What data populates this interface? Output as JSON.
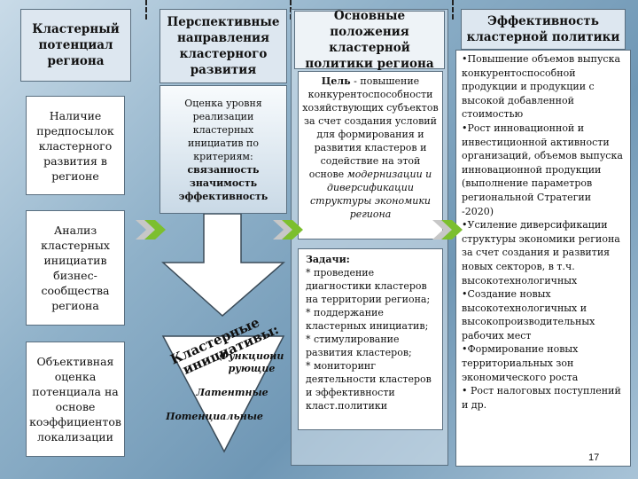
{
  "col1": {
    "title": "Кластерный потенциал региона",
    "item1": "Наличие предпосылок кластерного развития в регионе",
    "item2": "Анализ кластерных инициатив бизнес-сообщества региона",
    "item3": "Объективная оценка потенциала на основе коэффициентов локализации"
  },
  "col2": {
    "title": "Перспективные направления кластерного развития",
    "criteria_lines": [
      "Оценка уровня",
      "реализации",
      "кластерных",
      "инициатив по",
      "критериям:"
    ],
    "criteria_bold": [
      "связанность",
      "значимость",
      "эффективность"
    ],
    "rotated_line1": "Кластерные",
    "rotated_line2": "инициативы:",
    "type1": "Функциони рующие",
    "type2": "Латентные",
    "type3": "Потенциальные"
  },
  "col3": {
    "title": "Основные положения кластерной политики региона",
    "goal_label": "Цель",
    "goal_text": " - повышение конкурентоспособности хозяйствующих субъектов за счет создания условий для формирования и развития кластеров и содействие на этой основе",
    "goal_italic": "модернизации и диверсификации структуры экономики региона",
    "tasks_label": "Задачи:",
    "tasks": [
      "* проведение диагностики кластеров на территории региона;",
      "* поддержание кластерных инициатив;",
      "* стимулирование развития кластеров;",
      "* мониторинг деятельности кластеров и эффективности класт.политики"
    ]
  },
  "col4": {
    "title": "Эффективность кластерной политики",
    "items": [
      "•Повышение объемов выпуска конкурентоспособной продукции и продукции с высокой добавленной стоимостью",
      "•Рост инновационной и инвестиционной активности организаций, объемов выпуска инновационной продукции (выполнение параметров региональной Стратегии -2020)",
      "•Усиление диверсификации структуры экономики региона за счет создания и развития новых секторов, в т.ч. высокотехнологичных",
      "•Создание новых высокотехнологичных и высокопроизводительных рабочих мест",
      "•Формирование новых территориальных зон экономического роста",
      "• Рост налоговых поступлений и др."
    ]
  },
  "page_number": "17",
  "colors": {
    "chevron_green": "#7cbf2e",
    "chevron_grey": "#c7c7c7"
  }
}
